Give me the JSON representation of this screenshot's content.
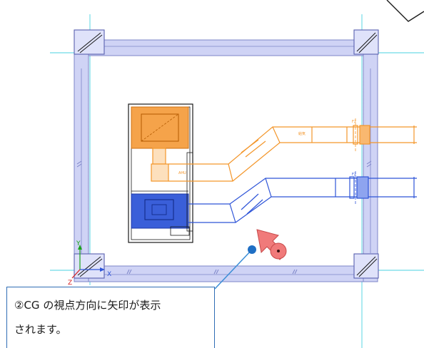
{
  "canvas": {
    "background": "#ffffff",
    "colors": {
      "wall_fill": "#cfd3f5",
      "wall_stroke": "#7c84c8",
      "guide": "#48d1e0",
      "supply_duct": "#f3962b",
      "return_duct": "#2f55d8",
      "unit_frame": "#1a1a1a",
      "view_arrow": "#f07a7a",
      "leader": "#3b8ed6",
      "leader_dot": "#1f6fc4",
      "axis_x": "#2f55d8",
      "axis_y": "#19a319",
      "axis_z": "#d62020"
    }
  },
  "axis_indicator": {
    "x_label": "X",
    "y_label": "Y",
    "z_label": "Z"
  },
  "duct_tags": {
    "supply": "F2",
    "return": "F2",
    "supply_label": "給気",
    "unit_label": "AHU"
  },
  "callout": {
    "line1": "②CG の視点方向に矢印が表示",
    "line2": "されます。"
  }
}
